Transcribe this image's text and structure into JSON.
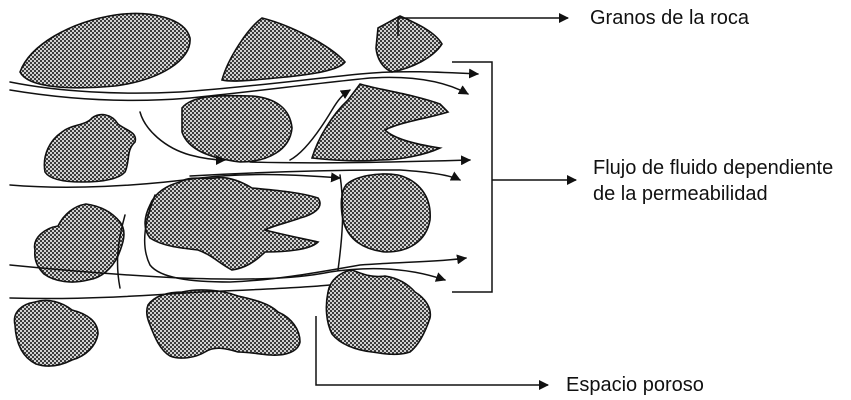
{
  "labels": {
    "granos": "Granos de la roca",
    "flujo_line1": "Flujo de fluido dependiente",
    "flujo_line2": "de la permeabilidad",
    "espacio": "Espacio poroso"
  },
  "colors": {
    "grain_dark": "#4a4a4a",
    "grain_light": "#cfcfcf",
    "outline": "#111111",
    "background": "#ffffff"
  }
}
